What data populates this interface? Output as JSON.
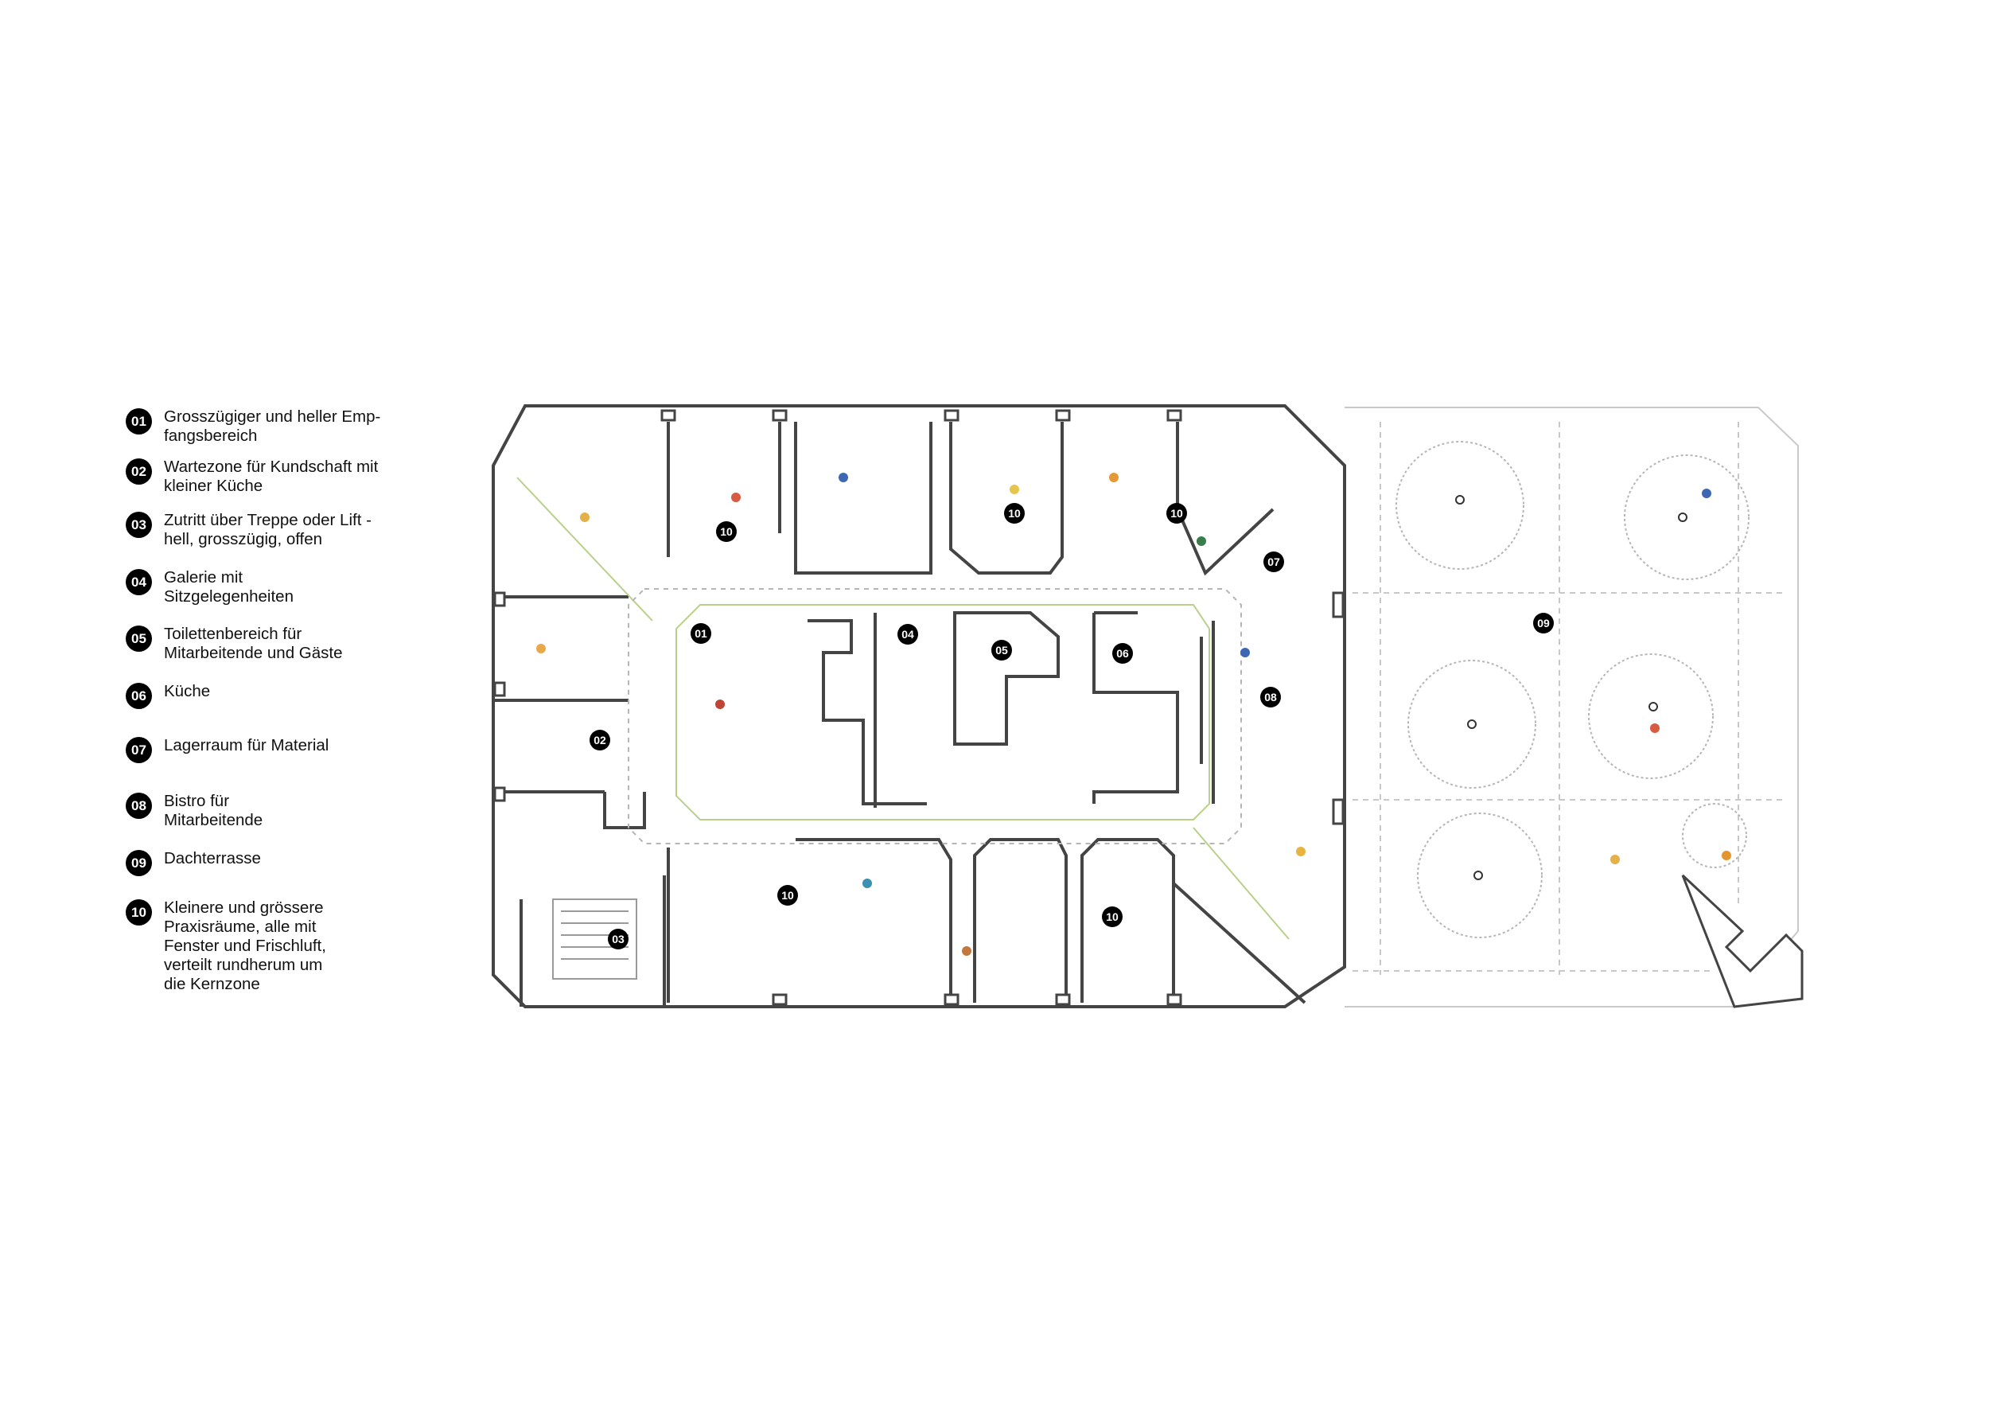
{
  "legend": [
    {
      "num": "01",
      "text": "Grosszügiger und heller Emp-\nfangsbereich"
    },
    {
      "num": "02",
      "text": "Wartezone für Kundschaft mit\nkleiner Küche"
    },
    {
      "num": "03",
      "text": "Zutritt über Treppe oder Lift -\nhell, grosszügig, offen"
    },
    {
      "num": "04",
      "text": "Galerie mit\nSitzgelegenheiten"
    },
    {
      "num": "05",
      "text": "Toilettenbereich für\nMitarbeitende und Gäste"
    },
    {
      "num": "06",
      "text": "Küche"
    },
    {
      "num": "07",
      "text": "Lagerraum für Material"
    },
    {
      "num": "08",
      "text": "Bistro für\nMitarbeitende"
    },
    {
      "num": "09",
      "text": "Dachterrasse"
    },
    {
      "num": "10",
      "text": "Kleinere und grössere\nPraxisräume, alle mit\nFenster und Frischluft,\nverteilt rundherum um\ndie Kernzone"
    }
  ],
  "plan_markers": [
    "01",
    "02",
    "03",
    "04",
    "05",
    "06",
    "07",
    "08",
    "09",
    "10",
    "10",
    "10",
    "10",
    "10"
  ],
  "colors": {
    "marker": "#000000",
    "wall": "#444444",
    "thin_line": "#9a9a9a",
    "corridor": "#b9d08a"
  }
}
